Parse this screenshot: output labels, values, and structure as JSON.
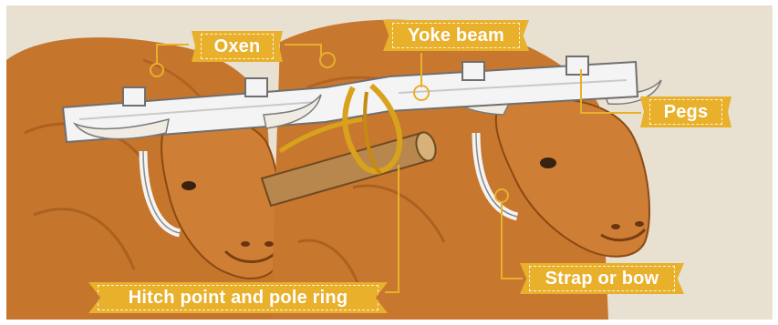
{
  "diagram": {
    "labels": {
      "oxen": "Oxen",
      "yoke_beam": "Yoke beam",
      "pegs": "Pegs",
      "strap_or_bow": "Strap or bow",
      "hitch": "Hitch point and pole ring"
    }
  },
  "colors": {
    "background": "#e8e0d1",
    "label_fill": "#e8b02b",
    "leader_line": "#e8b02b",
    "ox_hide": "#c8772e",
    "yoke": "#f2f2f2",
    "rope": "#d9a21c",
    "pole": "#b8874d"
  }
}
